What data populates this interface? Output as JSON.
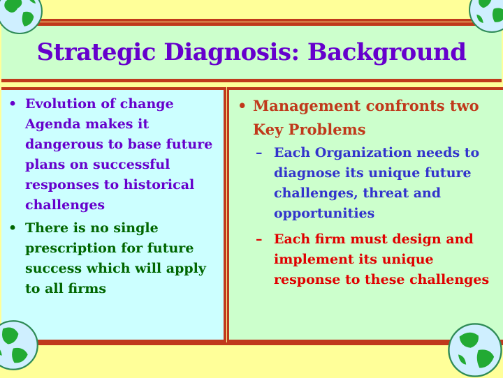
{
  "slide": {
    "title": "Strategic Diagnosis: Background"
  },
  "left": {
    "bullets": [
      {
        "text": "Evolution of change Agenda makes it dangerous to  base future plans on successful responses to historical challenges",
        "color": "#6600CC"
      },
      {
        "text": "There is no single prescription for future success which will apply to all firms",
        "color": "#006600"
      }
    ]
  },
  "right": {
    "bullet": "Management confronts two Key Problems",
    "subbullets": [
      {
        "text": "Each Organization needs to diagnose its unique future challenges, threat and opportunities",
        "color": "#3333CC"
      },
      {
        "text": "Each firm must design and implement its unique response to these challenges",
        "color": "#E00000"
      }
    ]
  },
  "decoration": {
    "bullet_glyph": "•",
    "dash_glyph": "–",
    "icon": "globe-icon",
    "colors": {
      "background": "#FFFF99",
      "frame": "#C0391B",
      "title_band": "#CCFFCC",
      "left_panel": "#CCFFFF",
      "right_panel": "#CCFFCC",
      "title_text": "#6600CC"
    }
  }
}
